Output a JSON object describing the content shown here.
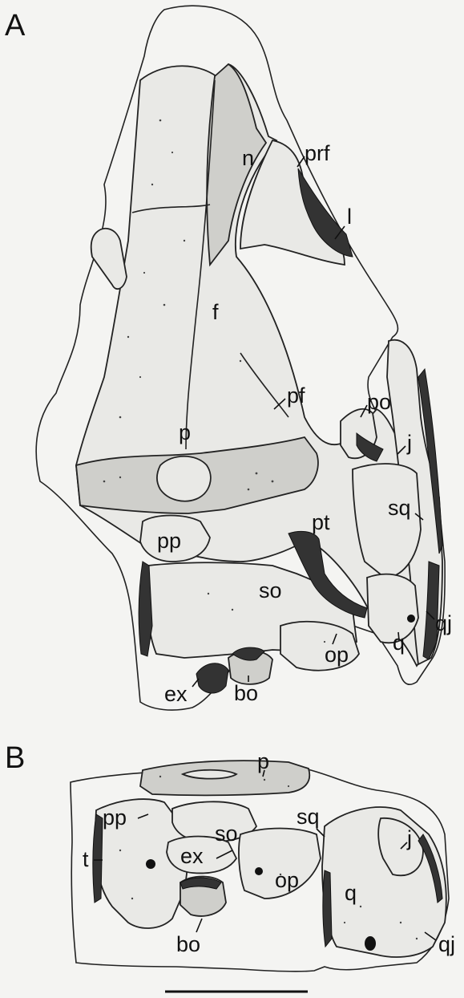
{
  "panels": {
    "a": {
      "letter": "A",
      "labels": {
        "n": "n",
        "prf": "prf",
        "l": "l",
        "f": "f",
        "pf": "pf",
        "po": "po",
        "p": "p",
        "j": "j",
        "pt": "pt",
        "sq": "sq",
        "pp": "pp",
        "so": "so",
        "qj": "qj",
        "q": "q",
        "op": "op",
        "ex": "ex",
        "bo": "bo"
      }
    },
    "b": {
      "letter": "B",
      "labels": {
        "p": "p",
        "pp": "pp",
        "sq": "sq",
        "so": "so",
        "j": "j",
        "t": "t",
        "ex": "ex",
        "op": "op",
        "q": "q",
        "qj": "qj",
        "bo": "bo"
      }
    }
  },
  "colors": {
    "background": "#f4f4f2",
    "ink": "#111111",
    "bone": "#e9e9e6"
  }
}
